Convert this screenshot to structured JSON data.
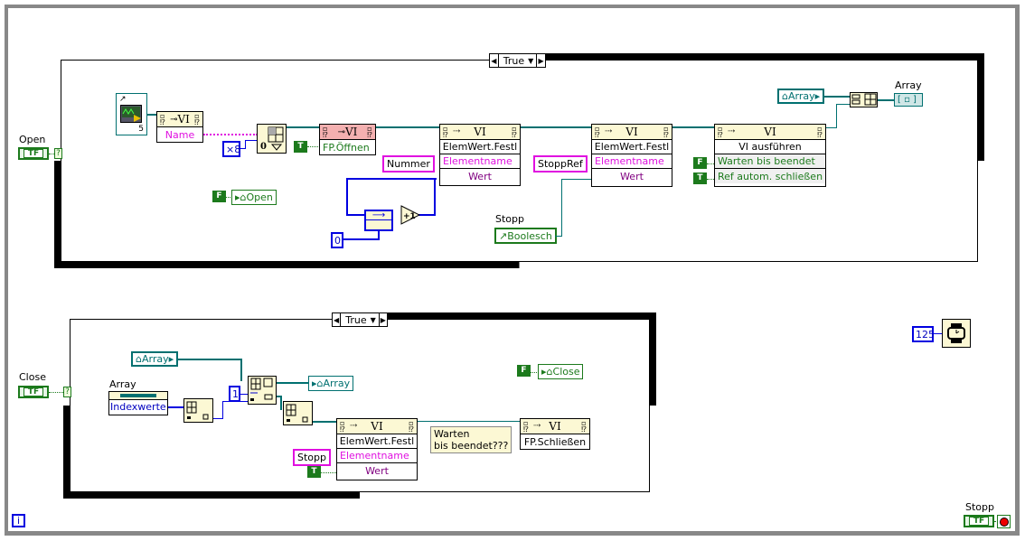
{
  "case_top": {
    "selector": "True",
    "open_terminal": {
      "label": "Open",
      "type": "TF"
    },
    "vi_ref_node": {
      "header": "VI",
      "row": "Name"
    },
    "numeric_const_x8": "×8",
    "split_index": "0",
    "fp_open_node": {
      "header": "VI",
      "row": "FP.Öffnen",
      "bool_const": "T"
    },
    "local_open": {
      "bool_const": "F",
      "label": "Open"
    },
    "elem_set_1": {
      "header": "VI",
      "title": "ElemWert.Festl",
      "row1": "Elementname",
      "row2": "Wert",
      "string_const": "Nummer"
    },
    "shift_init": "0",
    "increment": "+1",
    "stopp_ref": {
      "label": "Stopp",
      "value": "Boolesch"
    },
    "elem_set_2": {
      "header": "VI",
      "title": "ElemWert.Festl",
      "row1": "Elementname",
      "row2": "Wert",
      "string_const": "StoppRef"
    },
    "run_vi": {
      "header": "VI",
      "title": "VI ausführen",
      "row1": "Warten bis beendet",
      "row2": "Ref autom. schließen",
      "const1": "F",
      "const2": "T"
    },
    "local_array": "Array",
    "array_indicator": {
      "label": "Array",
      "value": "[ ▫ ]"
    }
  },
  "case_bottom": {
    "selector": "True",
    "close_terminal": {
      "label": "Close",
      "type": "TF"
    },
    "local_array_read": "Array",
    "array_control": {
      "label": "Array",
      "row": "Indexwerte"
    },
    "numeric_const_1": "1",
    "local_array_write": "Array",
    "local_close": {
      "bool_const": "F",
      "label": "Close"
    },
    "elem_set": {
      "header": "VI",
      "title": "ElemWert.Festl",
      "row1": "Elementname",
      "row2": "Wert",
      "string_const": "Stopp",
      "bool_const": "T"
    },
    "comment": [
      "Warten",
      "bis beendet???"
    ],
    "fp_close": {
      "header": "VI",
      "title": "FP.Schließen"
    }
  },
  "wait": {
    "value": "125"
  },
  "stop_terminal": {
    "label": "Stopp",
    "type": "TF"
  },
  "info_terminal": "i",
  "colors": {
    "boolean": "#1c7a1c",
    "refnum": "#007070",
    "numeric": "#0000e0",
    "string": "#e010e0",
    "node_bg": "#fcf8d4"
  }
}
